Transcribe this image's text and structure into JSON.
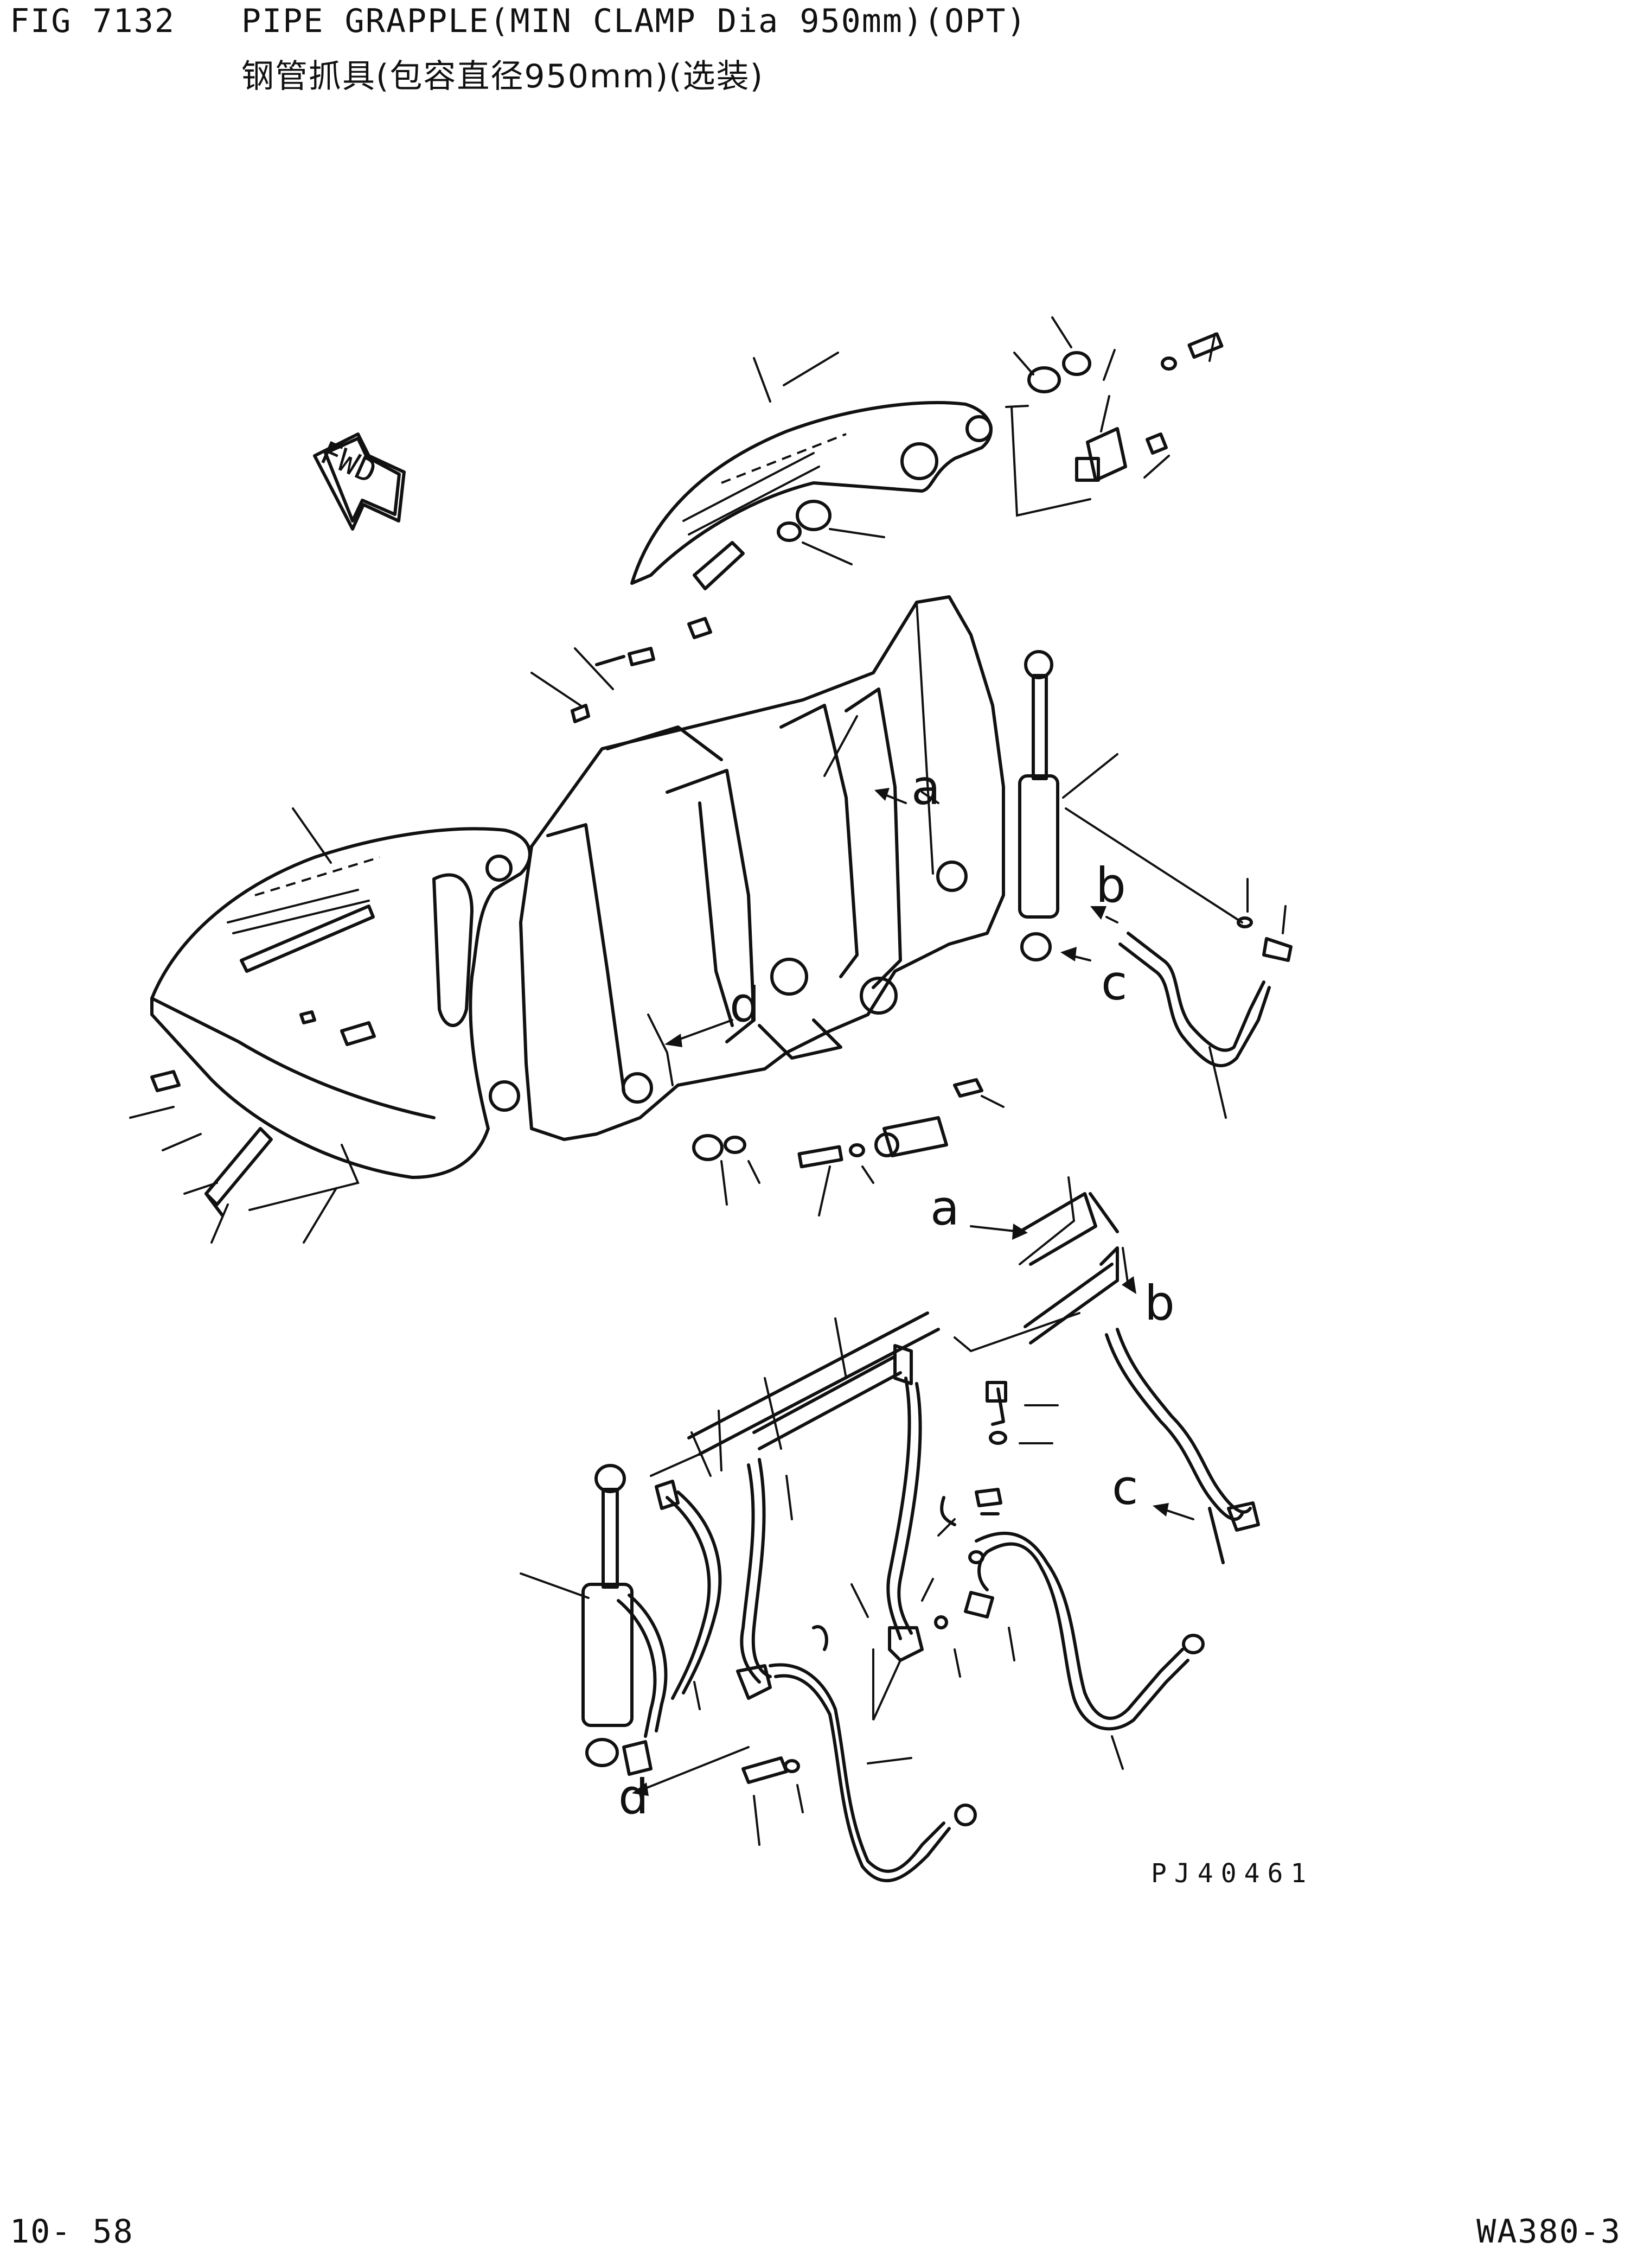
{
  "header": {
    "fig_number": "FIG 7132",
    "title_en": "PIPE GRAPPLE(MIN CLAMP Dia 950mm)(OPT)",
    "title_cn": "钢管抓具(包容直径950mm)(选装)"
  },
  "drawing": {
    "direction_label": "FWD",
    "reference_code": "PJ40461",
    "callouts": {
      "a_top": "a",
      "b_top": "b",
      "c_top": "c",
      "d_top": "d",
      "a_lower": "a",
      "b_lower": "b",
      "c_lower": "c",
      "d_lower": "d"
    }
  },
  "footer": {
    "page_number": "10- 58",
    "model": "WA380-3"
  },
  "colors": {
    "line": "#111111",
    "background": "#ffffff"
  }
}
